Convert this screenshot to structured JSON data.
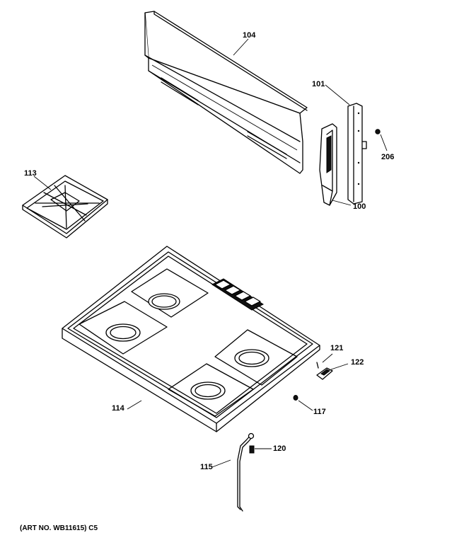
{
  "labels": {
    "p104": "104",
    "p101": "101",
    "p206": "206",
    "p113": "113",
    "p100": "100",
    "p121": "121",
    "p122": "122",
    "p114": "114",
    "p117": "117",
    "p120": "120",
    "p115": "115"
  },
  "art_number": "(ART NO. WB11615) C5"
}
